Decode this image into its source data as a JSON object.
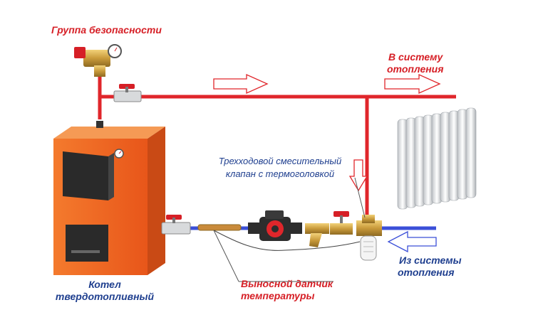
{
  "labels": {
    "safety_group": "Группа безопасности",
    "to_system_1": "В систему",
    "to_system_2": "отопления",
    "valve_1": "Трехходовой смесительный",
    "valve_2": "клапан с термоголовкой",
    "from_system_1": "Из системы",
    "from_system_2": "отопления",
    "sensor_1": "Выносной датчик",
    "sensor_2": "температуры",
    "boiler_1": "Котел",
    "boiler_2": "твердотопливный"
  },
  "colors": {
    "supply_pipe": "#e0262b",
    "return_pipe": "#3b4fd8",
    "boiler_body": "#f26a1f",
    "label_red": "#d61f26",
    "label_blue": "#1f3f8f",
    "brass": "#c99a3a"
  }
}
